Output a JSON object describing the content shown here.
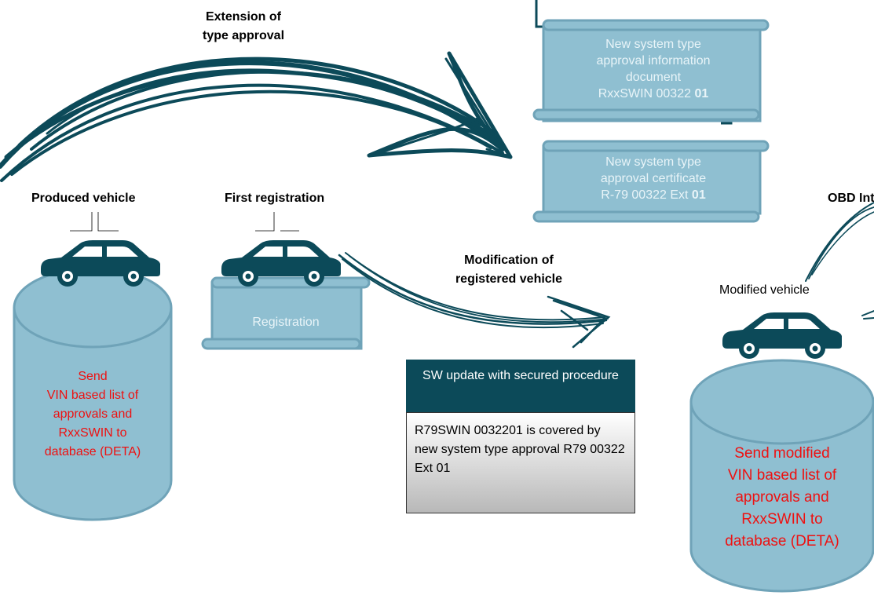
{
  "labels": {
    "extension": [
      "Extension of",
      "type approval"
    ],
    "produced_vehicle": "Produced vehicle",
    "first_registration": "First registration",
    "modification": [
      "Modification of",
      "registered vehicle"
    ],
    "modified_vehicle": "Modified vehicle",
    "obd_partial": "OBD Int"
  },
  "doc_information": {
    "lines": [
      "New system type",
      "approval information",
      "document"
    ],
    "code_prefix": "RxxSWIN 00322",
    "code_bold": "01"
  },
  "doc_certificate": {
    "lines": [
      "New system type",
      "approval certificate"
    ],
    "code_prefix": "R-79 00322 Ext",
    "code_bold": "01"
  },
  "registration_doc": "Registration",
  "db_left": [
    "Send",
    "VIN based list of",
    "approvals  and",
    "RxxSWIN to",
    "database (DETA)"
  ],
  "db_right": [
    "Send modified",
    "VIN based list of",
    "approvals  and",
    "RxxSWIN to",
    "database (DETA)"
  ],
  "sw_update": {
    "title": "SW update with secured procedure",
    "body": "R79SWIN 0032201 is covered by new system type approval R79 00322 Ext 01"
  },
  "colors": {
    "dark_teal": "#0c4a59",
    "light_blue": "#8fbfd1",
    "red_text": "#ee1111"
  }
}
